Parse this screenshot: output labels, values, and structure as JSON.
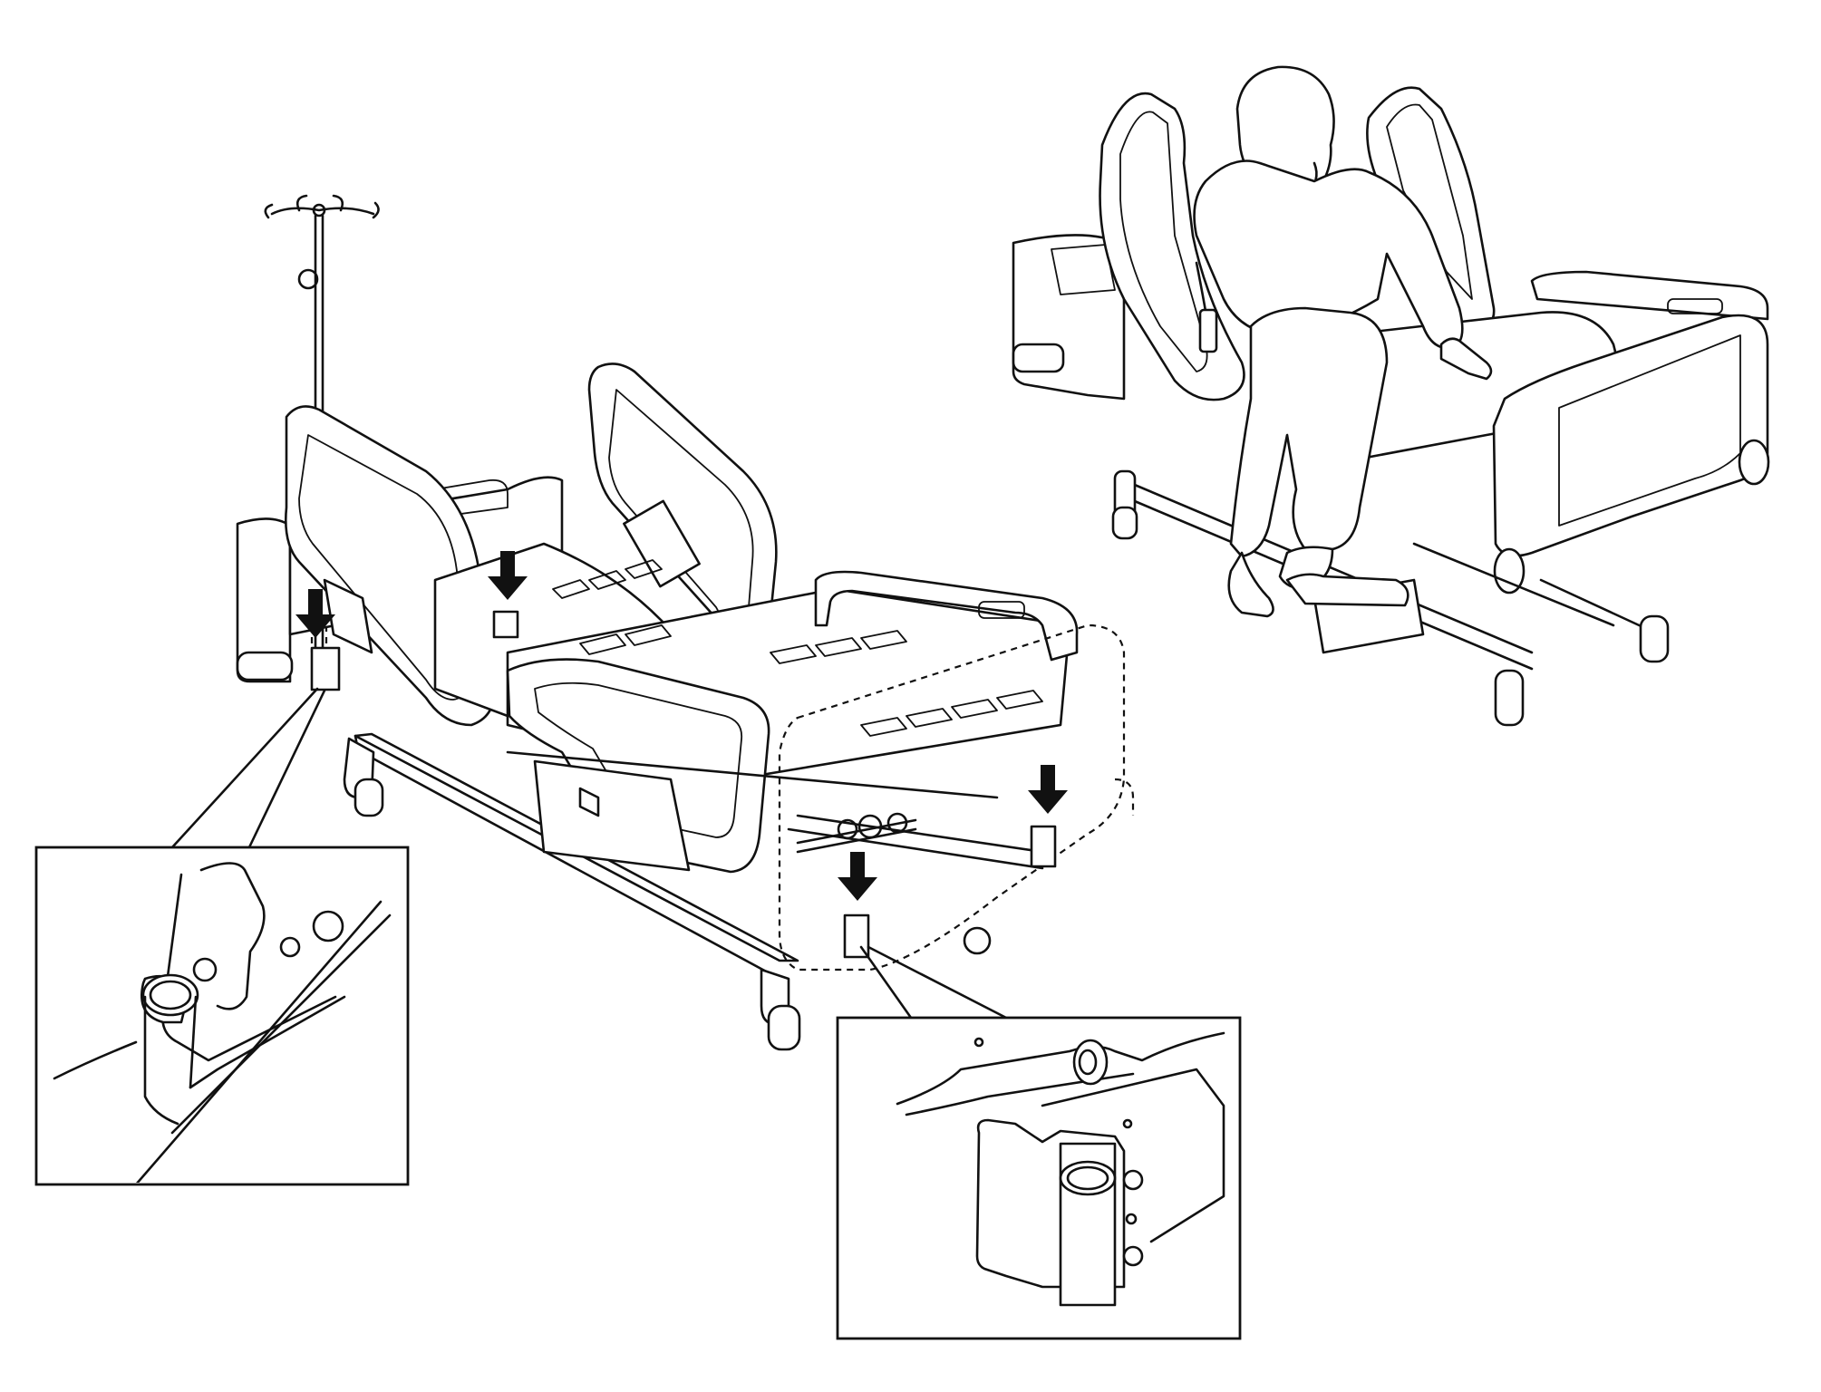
{
  "figure": {
    "description_visible_text": "",
    "stroke_color": "#111111",
    "background": "#ffffff"
  },
  "callouts": [
    {
      "id": "left-detail",
      "subject": "iv-pole-socket-on-headboard-frame"
    },
    {
      "id": "right-detail",
      "subject": "iv-pole-socket-on-footboard-frame"
    }
  ],
  "arrows": [
    {
      "id": "arrow-headboard-left-socket",
      "direction": "down"
    },
    {
      "id": "arrow-headboard-right-socket",
      "direction": "down"
    },
    {
      "id": "arrow-footboard-left-socket",
      "direction": "down"
    },
    {
      "id": "arrow-footboard-right-socket",
      "direction": "down"
    }
  ]
}
